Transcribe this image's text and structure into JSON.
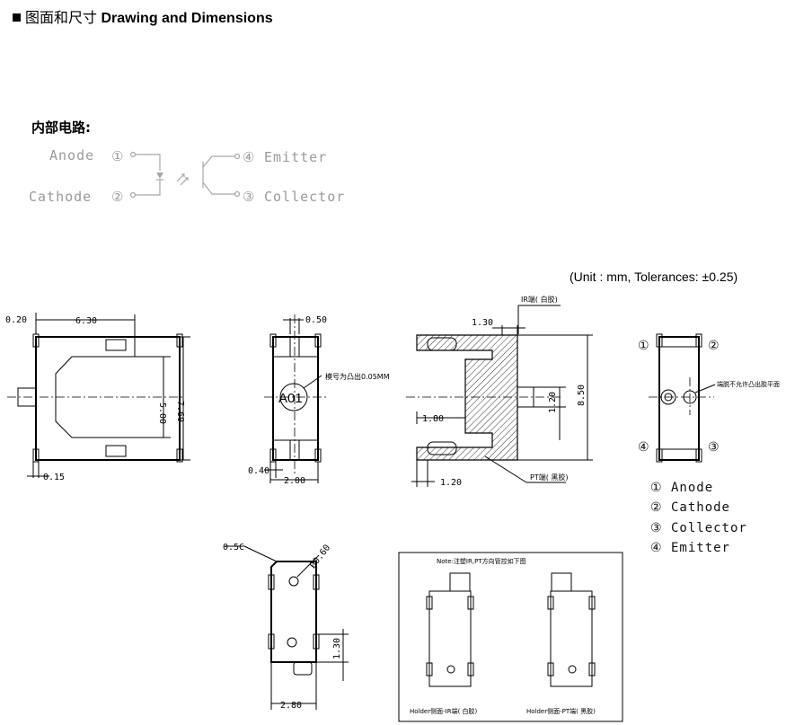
{
  "header": {
    "title_cn": "图面和尺寸",
    "title_en": "Drawing and Dimensions"
  },
  "circuit": {
    "label": "内部电路:",
    "anode": "Anode",
    "cathode": "Cathode",
    "emitter": "Emitter",
    "collector": "Collector",
    "n1": "①",
    "n2": "②",
    "n3": "③",
    "n4": "④"
  },
  "units": "(Unit : mm,   Tolerances: ±0.25)",
  "top_view": {
    "d020": "0.20",
    "d630": "6.30",
    "d500": "5.00",
    "d760": "7.60",
    "d015": "0.15"
  },
  "front_view": {
    "d050": "0.50",
    "d040": "0.40",
    "d200": "2.00",
    "marking": "A01",
    "note": "模号为凸出0.05MM"
  },
  "section_view": {
    "ir": "IR端( 白胶)",
    "pt": "PT端( 黑胶)",
    "d130": "1.30",
    "d180": "1.80",
    "d120a": "1.20",
    "d120b": "1.20",
    "d850": "8.50"
  },
  "bottom_view": {
    "p1": "①",
    "p2": "②",
    "p3": "③",
    "p4": "④",
    "note": "端脱不允许凸出胶平面"
  },
  "pin_list": {
    "l1": "① Anode",
    "l2": "② Cathode",
    "l3": "③ Collector",
    "l4": "④ Emitter"
  },
  "side_view": {
    "d05c": "0.5C",
    "d060": "Ø0.60",
    "d130": "1.30",
    "d280": "2.80"
  },
  "note_box": {
    "title": "Note:注塑IR,PT方向管控如下图",
    "left_caption": "Holder侧面-IR端( 白胶)",
    "right_caption": "Holder侧面-PT端( 黑胶)"
  }
}
